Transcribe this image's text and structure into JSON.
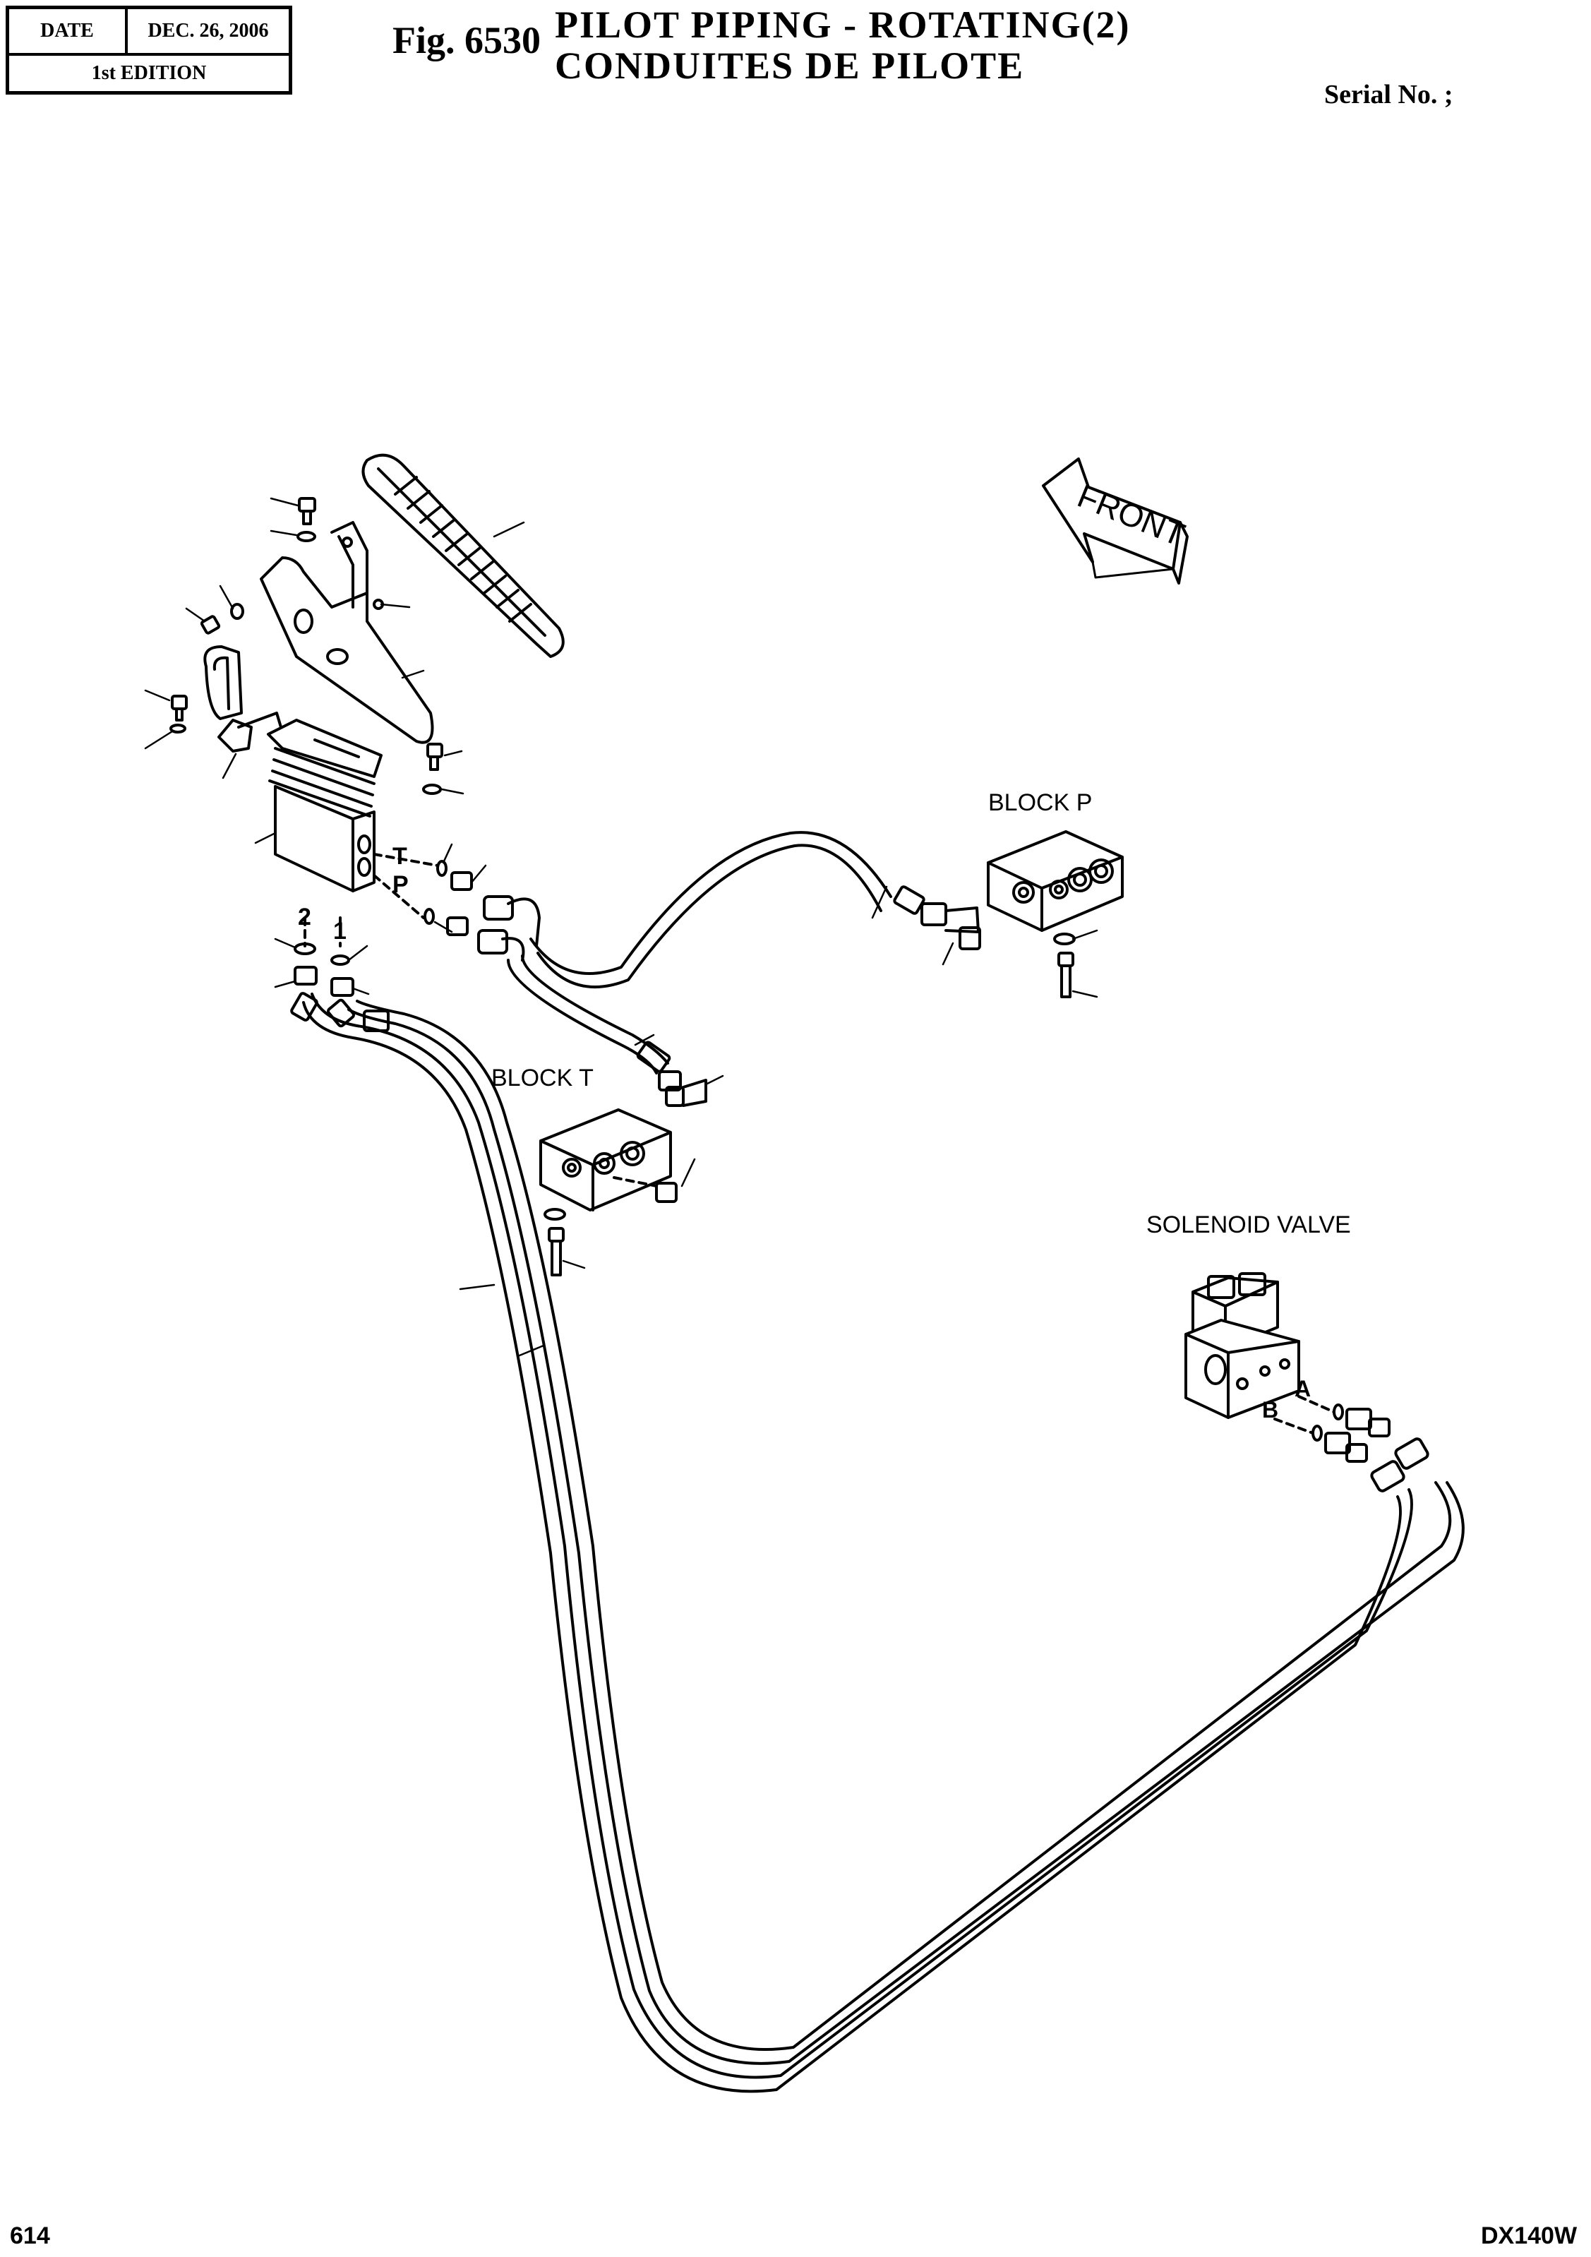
{
  "header": {
    "date_label": "DATE",
    "date_value": "DEC. 26, 2006",
    "edition": "1st EDITION",
    "fig_number": "Fig. 6530",
    "title_en": "PILOT PIPING - ROTATING(2)",
    "title_fr": "CONDUITES DE PILOTE",
    "serial": "Serial No. ;"
  },
  "diagram": {
    "front_label": "FRONT",
    "block_p_label": "BLOCK  P",
    "block_t_label": "BLOCK  T",
    "solenoid_label": "SOLENOID VALVE",
    "port_t": "T",
    "port_p": "P",
    "port_1": "1",
    "port_2": "2",
    "port_a": "A",
    "port_b": "B"
  },
  "footer": {
    "page_number": "614",
    "model": "DX140W"
  }
}
